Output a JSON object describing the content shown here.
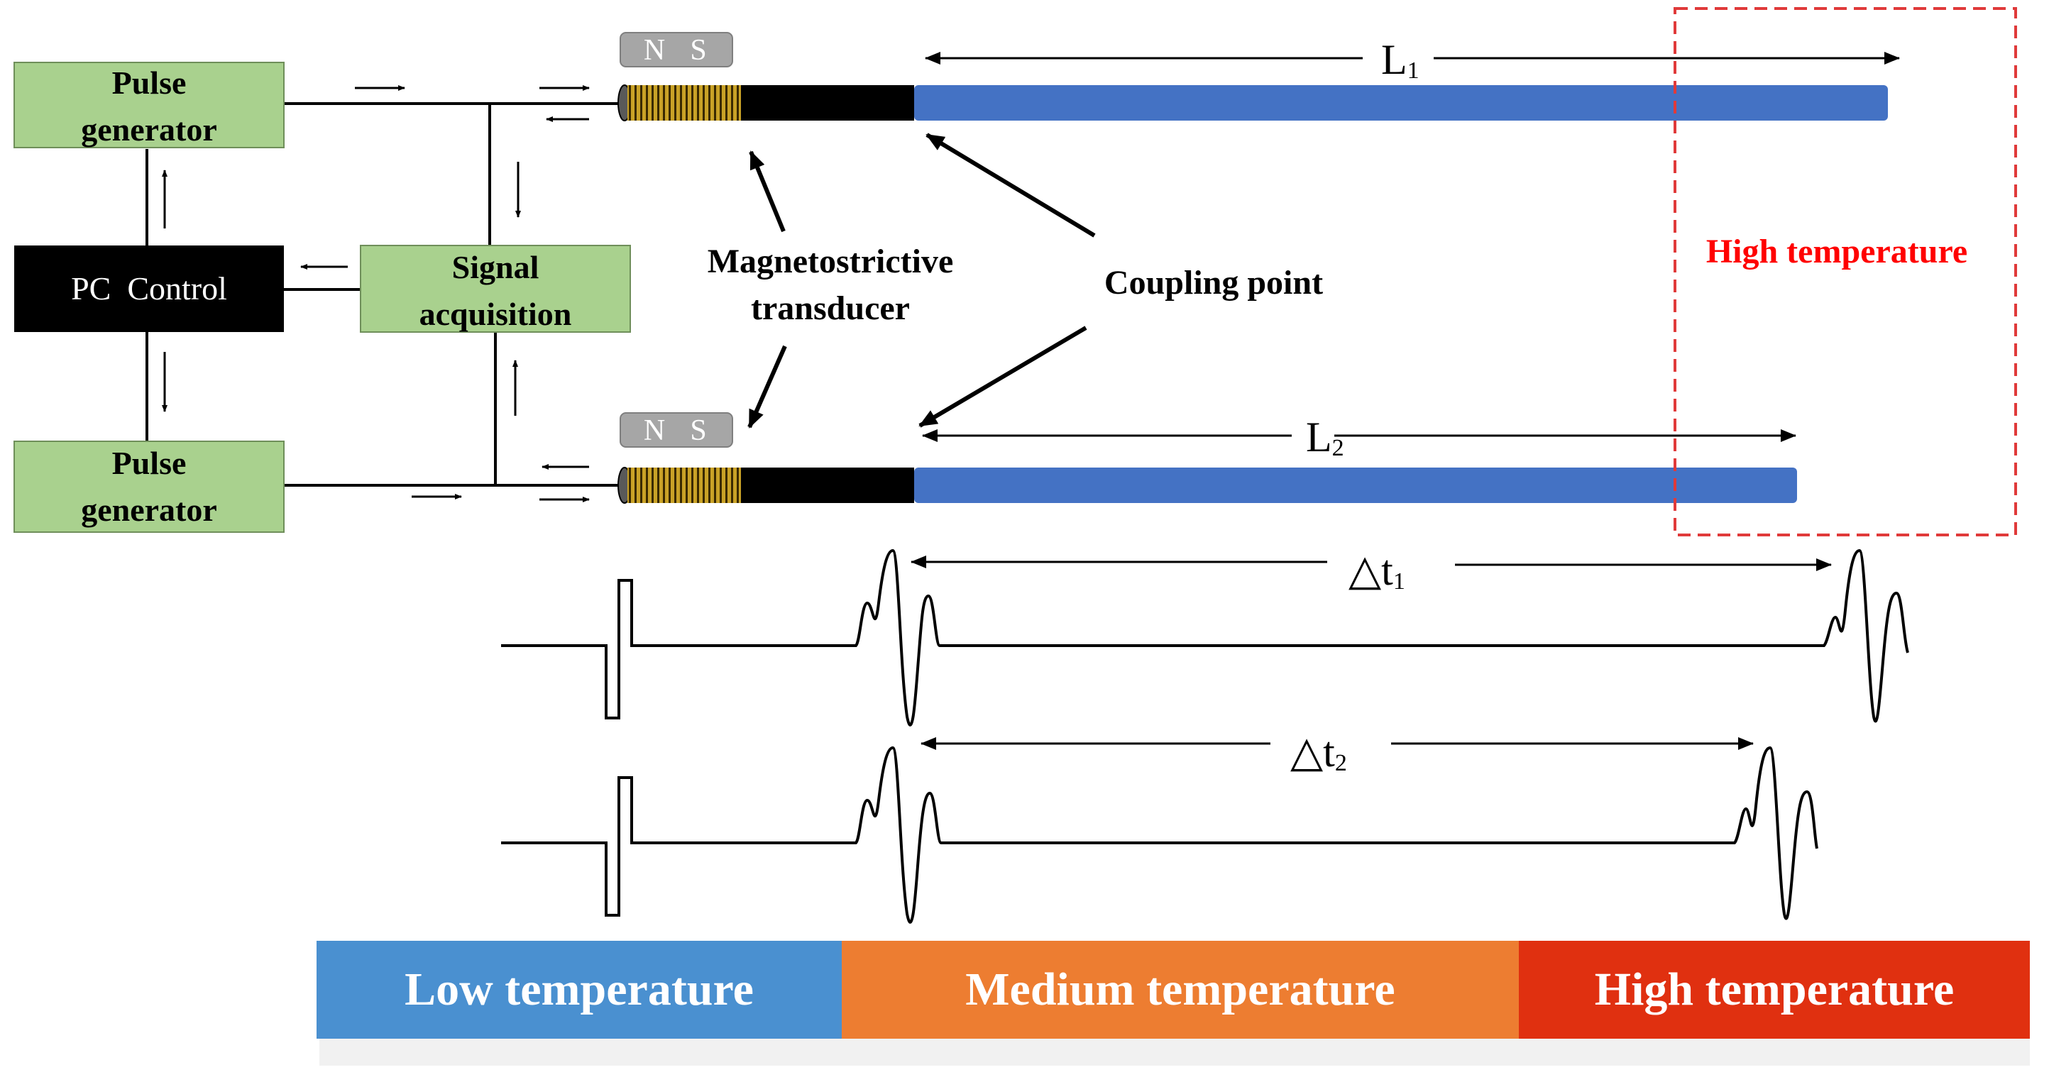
{
  "blocks": {
    "pulse_generator_top": "Pulse generator",
    "pulse_generator_top_line1": "Pulse",
    "pulse_generator_top_line2": "generator",
    "pulse_generator_bottom_line1": "Pulse",
    "pulse_generator_bottom_line2": "generator",
    "pc_control": "PC  Control",
    "signal_acquisition_line1": "Signal",
    "signal_acquisition_line2": "acquisition"
  },
  "magnets": {
    "top_n": "N",
    "top_s": "S",
    "bottom_n": "N",
    "bottom_s": "S"
  },
  "labels": {
    "transducer_line1": "Magnetostrictive",
    "transducer_line2": "transducer",
    "coupling_point": "Coupling point",
    "high_temperature_zone": "High temperature",
    "length_1": "L",
    "length_1_sub": "1",
    "length_2": "L",
    "length_2_sub": "2",
    "delta_t1": "△t",
    "delta_t1_sub": "1",
    "delta_t2": "△t",
    "delta_t2_sub": "2"
  },
  "temperature_bar": {
    "low": "Low temperature",
    "medium": "Medium temperature",
    "high": "High temperature"
  },
  "colors": {
    "block_green": "#a9d18e",
    "pc_black": "#000000",
    "rod_blue": "#4472c4",
    "coil_gold": "#c9a227",
    "magnet_gray": "#a6a6a6",
    "high_temp_red": "#ff0000",
    "bar_low": "#4a90d0",
    "bar_medium": "#ed7d31",
    "bar_high": "#e03010"
  }
}
